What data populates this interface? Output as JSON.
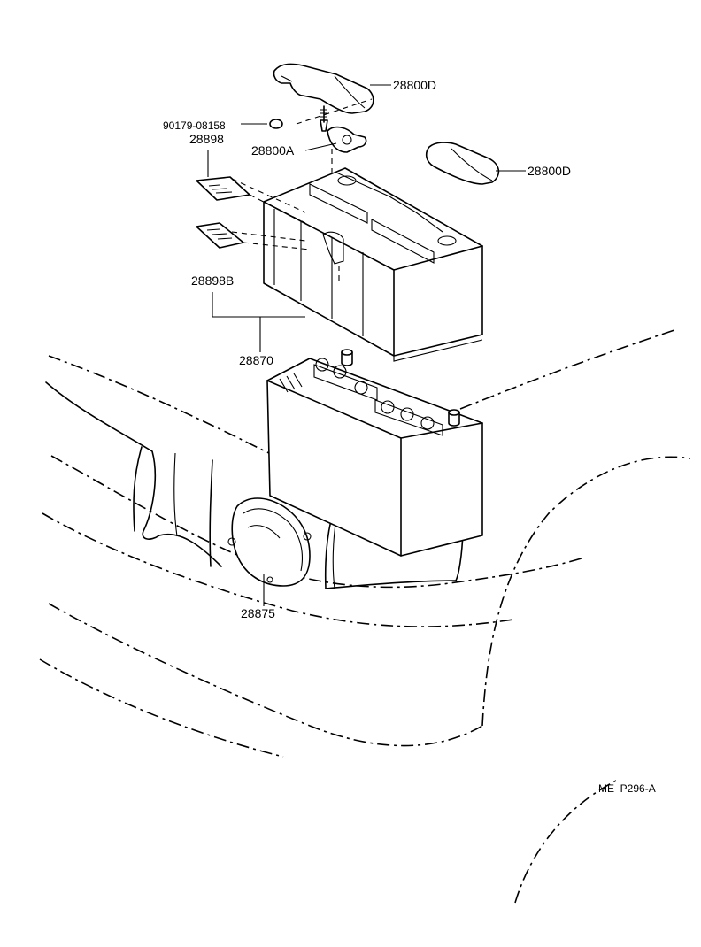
{
  "diagram": {
    "parts": [
      {
        "id": "cover_top",
        "label": "28800D"
      },
      {
        "id": "bolt",
        "label": "90179-08158"
      },
      {
        "id": "clamp",
        "label": "28800A"
      },
      {
        "id": "cover_right",
        "label": "28800D"
      },
      {
        "id": "label_upper",
        "label": "28898"
      },
      {
        "id": "label_lower",
        "label": "28898B"
      },
      {
        "id": "battery",
        "label": "28870"
      },
      {
        "id": "tray",
        "label": "28875"
      }
    ],
    "reference": "ME  P296-A"
  }
}
